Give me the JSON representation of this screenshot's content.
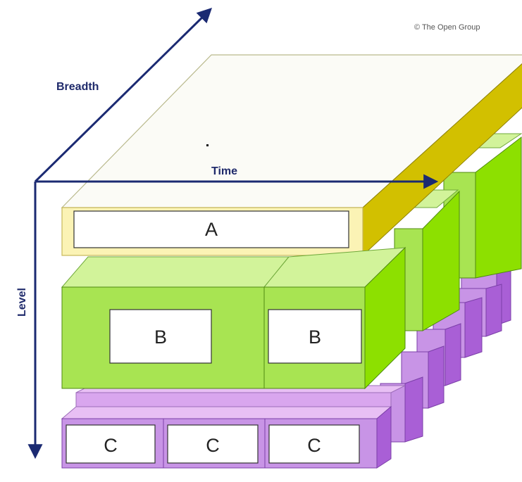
{
  "copyright": "© The Open Group",
  "axes": {
    "breadth": "Breadth",
    "time": "Time",
    "level": "Level"
  },
  "blocks": {
    "a": "A",
    "b_left": "B",
    "b_right": "B",
    "c_1": "C",
    "c_2": "C",
    "c_3": "C"
  },
  "colors": {
    "axis": "#1b2a72",
    "a_top": "#fbfbf6",
    "a_front": "#fbf3b5",
    "a_side": "#d2c000",
    "b_top": "#d2f39a",
    "b_front": "#a8e452",
    "b_side": "#8de000",
    "c_top": "#e8bff4",
    "c_front": "#c894e6",
    "c_side": "#a95fd6",
    "label_fill": "#ffffff"
  }
}
